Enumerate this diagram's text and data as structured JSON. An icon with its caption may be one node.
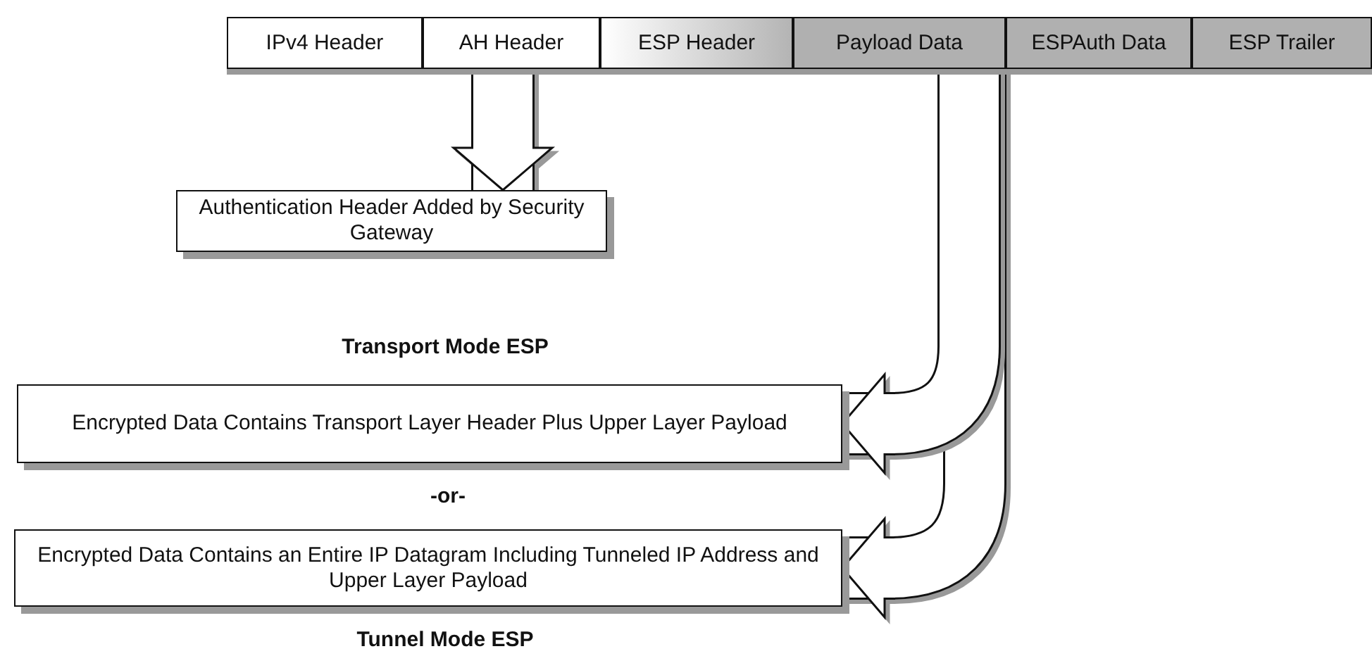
{
  "diagram": {
    "nodes": [
      {
        "text": [
          "IPv4 Header"
        ]
      },
      {
        "text": [
          "AH Header"
        ]
      },
      {
        "text": [
          "ESP Header"
        ]
      },
      {
        "text": [
          "Payload Data"
        ]
      },
      {
        "text": [
          "ESPAuth Data"
        ]
      },
      {
        "text": [
          "ESP Trailer"
        ]
      },
      {
        "text": [
          "Authentication Header Added by Security Gateway"
        ]
      },
      {
        "text": [
          "Encrypted Data Contains Transport Layer Header Plus Upper Layer Payload"
        ],
        "beside": [
          "Transport Mode ESP"
        ]
      },
      {
        "text": [
          "Encrypted Data Contains an Entire IP Datagram Including Tunneled IP Address and Upper Layer Payload"
        ],
        "beside": [
          "Tunnel Mode ESP"
        ]
      }
    ],
    "edges": [
      {
        "from": 1,
        "to": 6,
        "arrow": "to"
      },
      {
        "from": 3,
        "to": 7,
        "arrow": "to"
      },
      {
        "from": 3,
        "to": 8,
        "arrow": "to"
      }
    ],
    "labels": [
      "-or-"
    ]
  }
}
